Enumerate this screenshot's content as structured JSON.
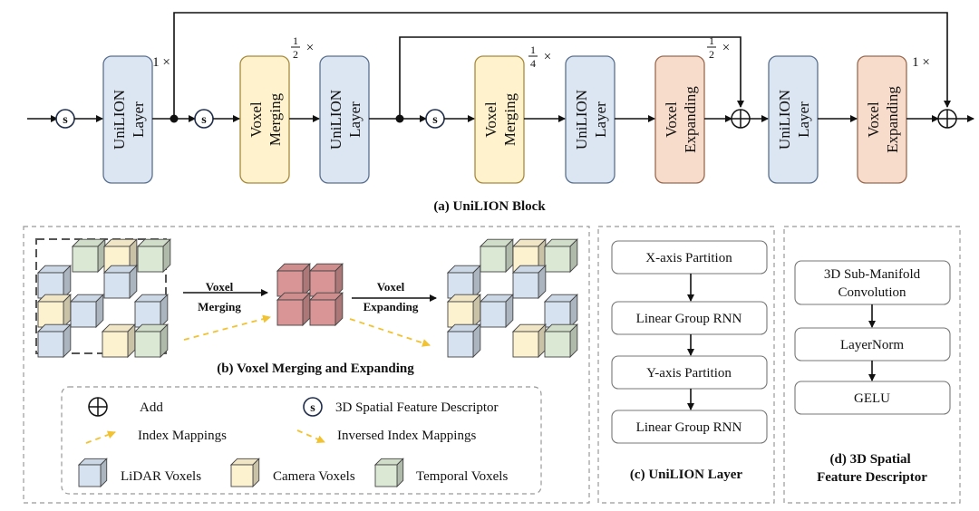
{
  "block": {
    "caption": "(a) UniLION Block",
    "nodes": [
      {
        "kind": "unilion",
        "text": "UniLION Layer",
        "lines": [
          "UniLION",
          "Layer"
        ]
      },
      {
        "kind": "merge",
        "text": "Voxel Merging",
        "lines": [
          "Voxel",
          "Merging"
        ]
      },
      {
        "kind": "unilion",
        "text": "UniLION Layer",
        "lines": [
          "UniLION",
          "Layer"
        ]
      },
      {
        "kind": "merge",
        "text": "Voxel Merging",
        "lines": [
          "Voxel",
          "Merging"
        ]
      },
      {
        "kind": "unilion",
        "text": "UniLION Layer",
        "lines": [
          "UniLION",
          "Layer"
        ]
      },
      {
        "kind": "expand",
        "text": "Voxel Expanding",
        "lines": [
          "Voxel",
          "Expanding"
        ]
      },
      {
        "kind": "unilion",
        "text": "UniLION Layer",
        "lines": [
          "UniLION",
          "Layer"
        ]
      },
      {
        "kind": "expand",
        "text": "Voxel Expanding",
        "lines": [
          "Voxel",
          "Expanding"
        ]
      }
    ],
    "scales": [
      {
        "num": "",
        "den": "",
        "suffix": "1 ×",
        "text": "1 ×"
      },
      {
        "num": "1",
        "den": "2",
        "suffix": "×",
        "text": "1/2 ×"
      },
      {
        "num": "1",
        "den": "4",
        "suffix": "×",
        "text": "1/4 ×"
      },
      {
        "num": "1",
        "den": "2",
        "suffix": "×",
        "text": "1/2 ×"
      },
      {
        "num": "",
        "den": "",
        "suffix": "1 ×",
        "text": "1 ×"
      }
    ],
    "descriptor_symbol": "s"
  },
  "merging": {
    "caption": "(b) Voxel Merging and Expanding",
    "merge_label_lines": [
      "Voxel",
      "Merging"
    ],
    "expand_label_lines": [
      "Voxel",
      "Expanding"
    ]
  },
  "legend": {
    "items": [
      {
        "symbol": "add",
        "label": "Add"
      },
      {
        "symbol": "s",
        "label": "3D Spatial Feature Descriptor"
      },
      {
        "symbol": "index-arrow",
        "label": "Index Mappings"
      },
      {
        "symbol": "inverse-arrow",
        "label": "Inversed Index Mappings"
      },
      {
        "symbol": "lidar-cube",
        "label": "LiDAR Voxels"
      },
      {
        "symbol": "camera-cube",
        "label": "Camera Voxels"
      },
      {
        "symbol": "temporal-cube",
        "label": "Temporal Voxels"
      }
    ]
  },
  "layer": {
    "caption": "(c) UniLION Layer",
    "steps": [
      "X-axis Partition",
      "Linear Group RNN",
      "Y-axis Partition",
      "Linear Group RNN"
    ]
  },
  "descriptor": {
    "caption_lines": [
      "(d) 3D Spatial",
      "Feature Descriptor"
    ],
    "steps": [
      {
        "text": "3D Sub-Manifold Convolution",
        "lines": [
          "3D Sub-Manifold",
          "Convolution"
        ]
      },
      {
        "text": "LayerNorm",
        "lines": [
          "LayerNorm"
        ]
      },
      {
        "text": "GELU",
        "lines": [
          "GELU"
        ]
      }
    ]
  },
  "colors": {
    "unilion_fill": "#dce6f2",
    "unilion_stroke": "#5a7090",
    "merge_fill": "#fff2cc",
    "merge_stroke": "#a88a3a",
    "expand_fill": "#f8dccb",
    "expand_stroke": "#9a6a50",
    "lidar": "#d6e2f0",
    "camera": "#fdf2cf",
    "temporal": "#dbe9d4",
    "merged": "#d99595",
    "dash_border": "#999999",
    "index_arrow": "#f1c232",
    "line": "#111111"
  }
}
